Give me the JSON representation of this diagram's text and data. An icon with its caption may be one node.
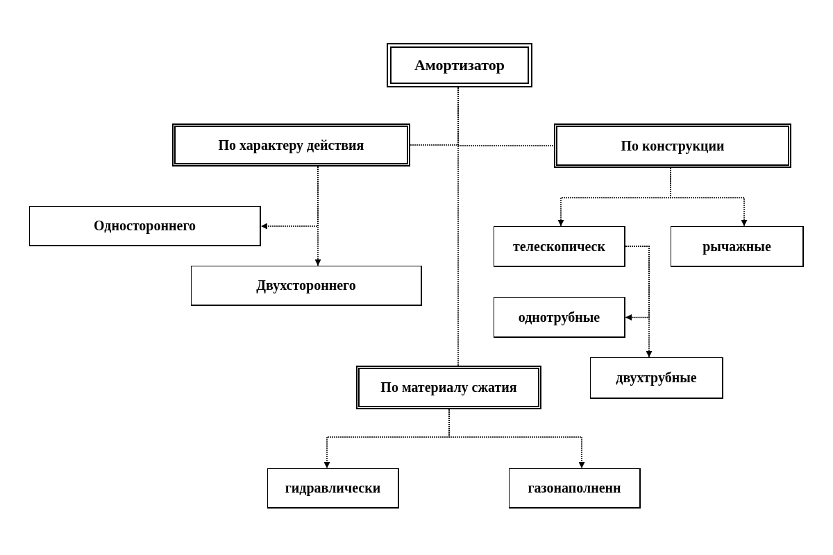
{
  "diagram": {
    "nodes": [
      {
        "text": [
          "Амортизатор"
        ]
      },
      {
        "text": [
          "По характеру действия"
        ]
      },
      {
        "text": [
          "По конструкции"
        ]
      },
      {
        "text": [
          "Одностороннего"
        ]
      },
      {
        "text": [
          "Двухстороннего"
        ]
      },
      {
        "text": [
          "телескопическ"
        ]
      },
      {
        "text": [
          "рычажные"
        ]
      },
      {
        "text": [
          "однотрубные"
        ]
      },
      {
        "text": [
          "двухтрубные"
        ]
      },
      {
        "text": [
          "По материалу сжатия"
        ]
      },
      {
        "text": [
          "гидравлически"
        ]
      },
      {
        "text": [
          "газонаполненн"
        ]
      }
    ],
    "edges": [
      {
        "from": 0,
        "to": 1,
        "arrow": "none"
      },
      {
        "from": 0,
        "to": 2,
        "arrow": "none"
      },
      {
        "from": 0,
        "to": 9,
        "arrow": "none"
      },
      {
        "from": 1,
        "to": 3,
        "arrow": "to"
      },
      {
        "from": 1,
        "to": 4,
        "arrow": "to"
      },
      {
        "from": 2,
        "to": 5,
        "arrow": "to"
      },
      {
        "from": 2,
        "to": 6,
        "arrow": "to"
      },
      {
        "from": 5,
        "to": 7,
        "arrow": "to"
      },
      {
        "from": 5,
        "to": 8,
        "arrow": "to"
      },
      {
        "from": 9,
        "to": 10,
        "arrow": "to"
      },
      {
        "from": 9,
        "to": 11,
        "arrow": "to"
      }
    ]
  }
}
